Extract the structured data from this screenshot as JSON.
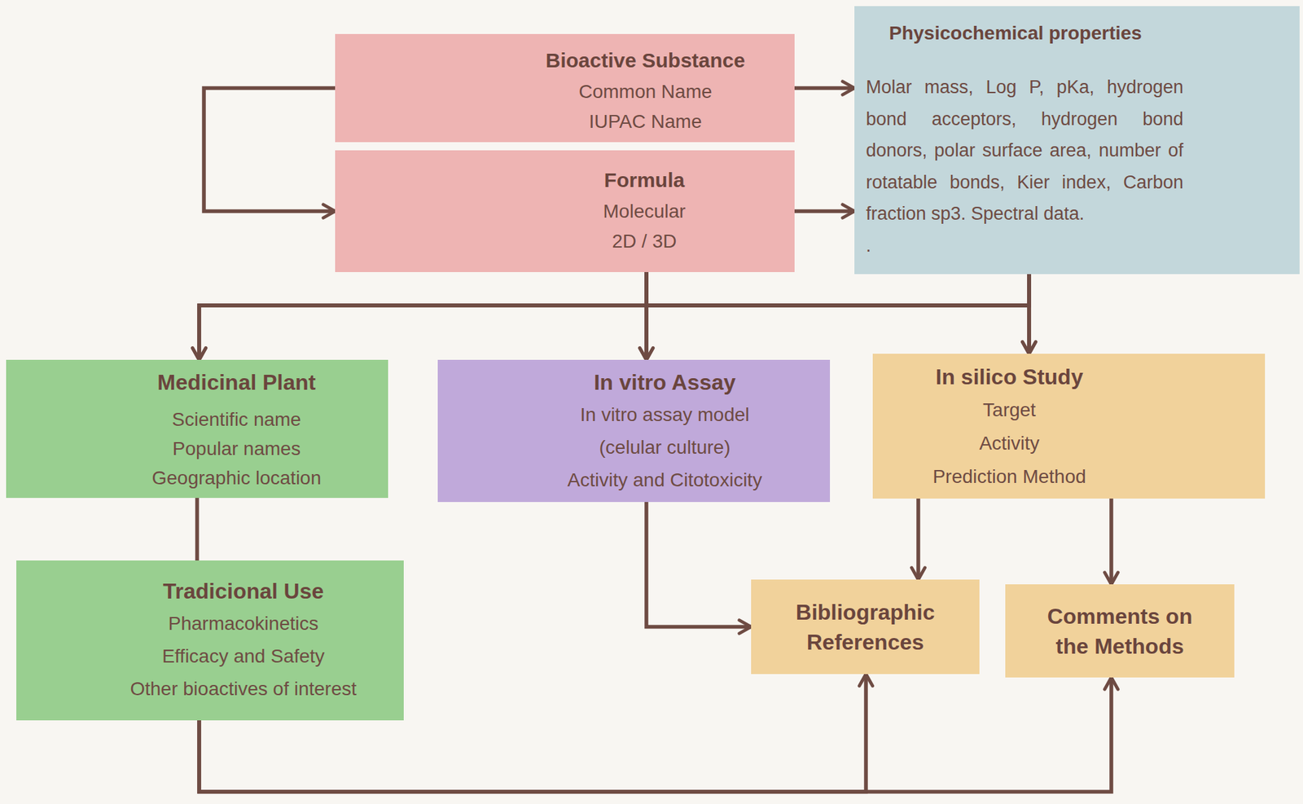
{
  "diagram": {
    "nodes": [
      {
        "text": [
          "Bioactive Substance",
          "Common Name",
          "IUPAC Name"
        ]
      },
      {
        "text": [
          "Formula",
          "Molecular",
          "2D / 3D"
        ]
      },
      {
        "text": [
          "Physicochemical properties",
          "Molar mass, Log P, pKa, hydrogen bond acceptors, hydrogen bond donors, polar surface area, number of rotatable bonds, Kier index, Carbon fraction sp3. Spectral data.",
          "."
        ]
      },
      {
        "text": [
          "Medicinal Plant",
          "Scientific name",
          "Popular names",
          "Geographic location"
        ]
      },
      {
        "text": [
          "In vitro Assay",
          "In vitro assay model",
          "(celular culture)",
          "Activity and Citotoxicity"
        ]
      },
      {
        "text": [
          "In silico Study",
          "Target",
          "Activity",
          "Prediction Method"
        ]
      },
      {
        "text": [
          "Tradicional Use",
          "Pharmacokinetics",
          "Efficacy and Safety",
          "Other bioactives of interest"
        ]
      },
      {
        "text": [
          "Bibliographic References"
        ]
      },
      {
        "text": [
          "Comments on the Methods"
        ]
      }
    ],
    "edges": [
      {
        "from": 0,
        "to": 1,
        "arrow": "to"
      },
      {
        "from": 0,
        "to": 2,
        "arrow": "to"
      },
      {
        "from": 1,
        "to": 2,
        "arrow": "to"
      },
      {
        "from": 1,
        "to": 3,
        "arrow": "to"
      },
      {
        "from": 1,
        "to": 4,
        "arrow": "to"
      },
      {
        "from": 1,
        "to": 5,
        "arrow": "to"
      },
      {
        "from": 2,
        "to": 3,
        "arrow": "to"
      },
      {
        "from": 2,
        "to": 4,
        "arrow": "to"
      },
      {
        "from": 2,
        "to": 5,
        "arrow": "to"
      },
      {
        "from": 3,
        "to": 6,
        "arrow": "none"
      },
      {
        "from": 4,
        "to": 7,
        "arrow": "to"
      },
      {
        "from": 5,
        "to": 7,
        "arrow": "to"
      },
      {
        "from": 5,
        "to": 8,
        "arrow": "to"
      },
      {
        "from": 6,
        "to": 7,
        "arrow": "to"
      },
      {
        "from": 6,
        "to": 8,
        "arrow": "to"
      }
    ]
  }
}
